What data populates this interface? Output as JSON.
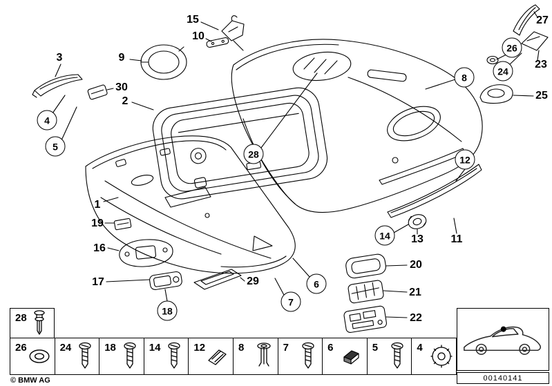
{
  "page": {
    "copyright": "© BMW AG",
    "image_number": "00140141"
  },
  "callouts": [
    {
      "label": "15",
      "style": "plain"
    },
    {
      "label": "10",
      "style": "plain"
    },
    {
      "label": "27",
      "style": "plain"
    },
    {
      "label": "3",
      "style": "plain"
    },
    {
      "label": "9",
      "style": "plain"
    },
    {
      "label": "26",
      "style": "circled"
    },
    {
      "label": "23",
      "style": "plain"
    },
    {
      "label": "30",
      "style": "plain"
    },
    {
      "label": "2",
      "style": "plain"
    },
    {
      "label": "24",
      "style": "circled"
    },
    {
      "label": "8",
      "style": "circled"
    },
    {
      "label": "25",
      "style": "plain"
    },
    {
      "label": "4",
      "style": "circled"
    },
    {
      "label": "5",
      "style": "circled"
    },
    {
      "label": "28",
      "style": "circled"
    },
    {
      "label": "12",
      "style": "circled"
    },
    {
      "label": "1",
      "style": "plain"
    },
    {
      "label": "19",
      "style": "plain"
    },
    {
      "label": "16",
      "style": "plain"
    },
    {
      "label": "14",
      "style": "circled"
    },
    {
      "label": "13",
      "style": "plain"
    },
    {
      "label": "11",
      "style": "plain"
    },
    {
      "label": "20",
      "style": "plain"
    },
    {
      "label": "17",
      "style": "plain"
    },
    {
      "label": "29",
      "style": "plain"
    },
    {
      "label": "6",
      "style": "circled"
    },
    {
      "label": "7",
      "style": "circled"
    },
    {
      "label": "21",
      "style": "plain"
    },
    {
      "label": "18",
      "style": "circled"
    },
    {
      "label": "22",
      "style": "plain"
    }
  ],
  "legend": {
    "pin_item": {
      "label": "28",
      "icon": "expanding-rivet-icon"
    },
    "row_items": [
      {
        "label": "26",
        "icon": "grommet-icon"
      },
      {
        "label": "24",
        "icon": "screw-icon"
      },
      {
        "label": "18",
        "icon": "screw-icon"
      },
      {
        "label": "14",
        "icon": "screw-icon"
      },
      {
        "label": "12",
        "icon": "clip-plate-icon"
      },
      {
        "label": "8",
        "icon": "expansion-rivet-icon"
      },
      {
        "label": "7",
        "icon": "screw-icon"
      },
      {
        "label": "6",
        "icon": "foam-pad-icon"
      },
      {
        "label": "5",
        "icon": "screw-icon"
      },
      {
        "label": "4",
        "icon": "serrated-washer-icon"
      }
    ],
    "car_thumbnail": {
      "icon": "car-side-silhouette",
      "marker": "roof-location-dot"
    }
  }
}
